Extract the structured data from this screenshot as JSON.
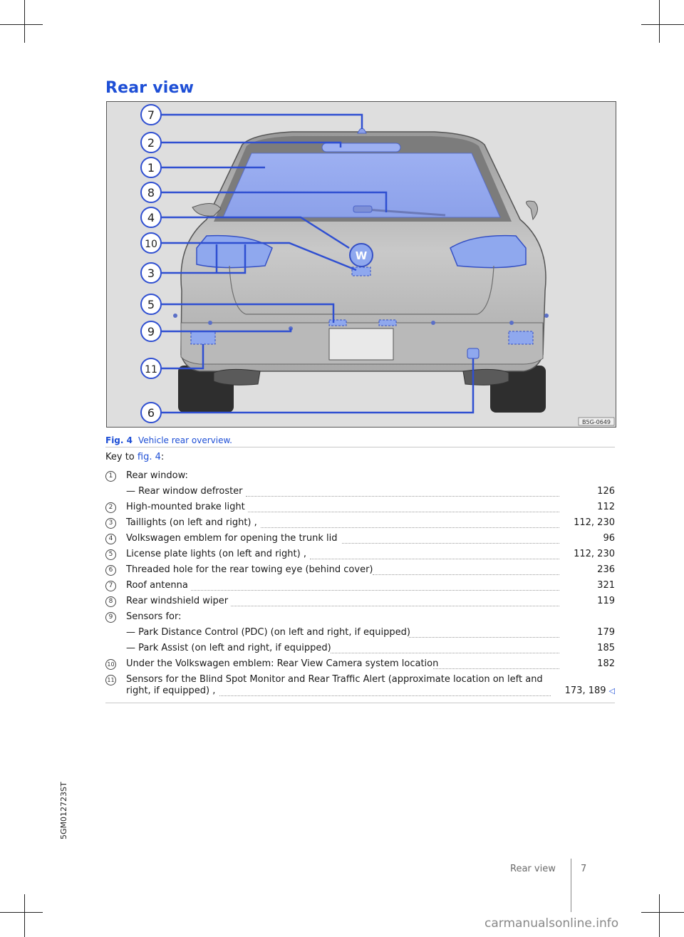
{
  "title": "Rear view",
  "figure": {
    "callouts": [
      "7",
      "2",
      "1",
      "8",
      "4",
      "10",
      "3",
      "5",
      "9",
      "11",
      "6"
    ],
    "image_code": "B5G-0649",
    "caption_number": "Fig. 4",
    "caption_text": "Vehicle rear overview."
  },
  "key": {
    "prefix": "Key to ",
    "ref": "fig. 4",
    "suffix": ":"
  },
  "entries": [
    {
      "badge": "1",
      "label": "Rear window:",
      "page": ""
    },
    {
      "badge": "",
      "label": "— Rear window defroster",
      "page": "126"
    },
    {
      "badge": "2",
      "label": "High-mounted brake light",
      "page": "112"
    },
    {
      "badge": "3",
      "label": "Taillights (on left and right) ,",
      "page": "112, 230"
    },
    {
      "badge": "4",
      "label": "Volkswagen emblem for opening the trunk lid",
      "page": "96"
    },
    {
      "badge": "5",
      "label": "License plate lights (on left and right) ,",
      "page": "112, 230"
    },
    {
      "badge": "6",
      "label": "Threaded hole for the rear towing eye (behind cover)",
      "page": "236"
    },
    {
      "badge": "7",
      "label": "Roof antenna",
      "page": "321"
    },
    {
      "badge": "8",
      "label": "Rear windshield wiper",
      "page": "119"
    },
    {
      "badge": "9",
      "label": "Sensors for:",
      "page": ""
    },
    {
      "badge": "",
      "label": "— Park Distance Control (PDC) (on left and right, if equipped)",
      "page": "179"
    },
    {
      "badge": "",
      "label": "— Park Assist (on left and right, if equipped)",
      "page": "185"
    },
    {
      "badge": "10",
      "label": "Under the Volkswagen emblem: Rear View Camera system location",
      "page": "182"
    },
    {
      "badge": "11",
      "label": "Sensors for the Blind Spot Monitor and Rear Traffic Alert (approximate location on left and",
      "label2": "right, if equipped) ,",
      "page": "173, 189",
      "end_mark": "◁"
    }
  ],
  "side_code": "5GM012723ST",
  "footer": {
    "section": "Rear view",
    "page": "7"
  },
  "watermark": "carmanualsonline.info",
  "colors": {
    "accent": "#1e4fd6",
    "highlight": "#8fa8ee"
  }
}
